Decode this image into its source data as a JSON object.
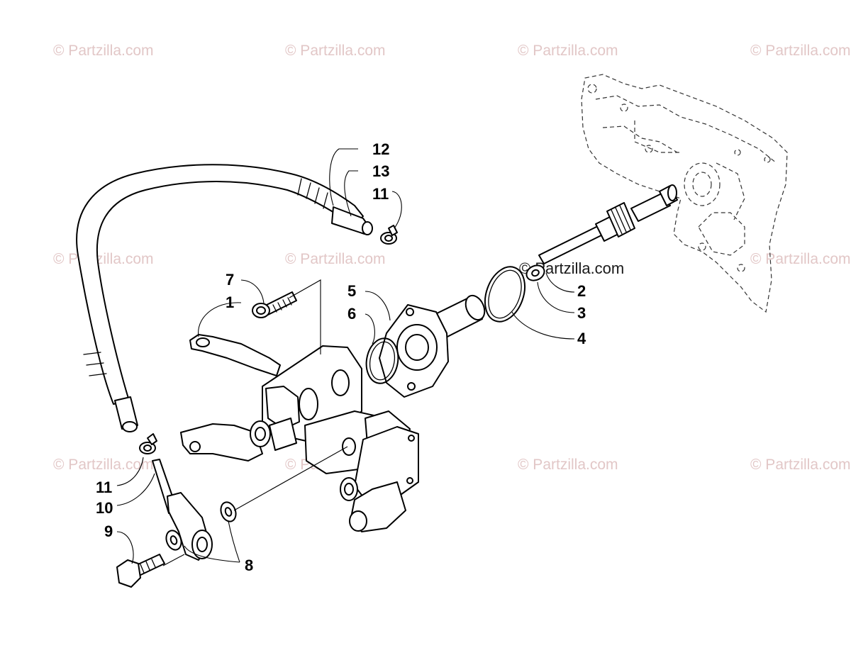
{
  "watermarks": {
    "text": "© Partzilla.com",
    "strong_text": "© Partzilla.com"
  },
  "callouts": {
    "p1": "1",
    "p2": "2",
    "p3": "3",
    "p4": "4",
    "p5": "5",
    "p6": "6",
    "p7": "7",
    "p8": "8",
    "p9": "9",
    "p10": "10",
    "p11_top": "11",
    "p11_bottom": "11",
    "p12": "12",
    "p13": "13"
  }
}
